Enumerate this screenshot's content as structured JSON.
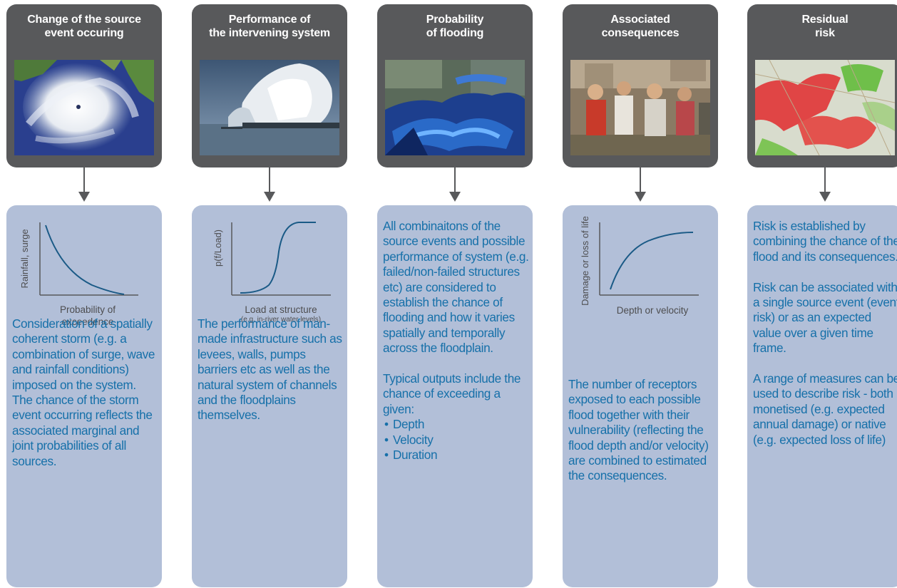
{
  "stages": [
    {
      "title": [
        "Change of the source",
        "event occuring"
      ],
      "photo": "hurricane-satellite-image",
      "graph": {
        "ylabel": "Rainfall, surge",
        "xlabel": "Probability of exceedence",
        "curve": "decreasing"
      },
      "description": [
        "Consideration of a spatially coherent storm (e.g. a combination of surge, wave and rainfall conditions) imposed on the system. The chance of the storm event occurring reflects the associated marginal and joint probabilities of all sources."
      ]
    },
    {
      "title": [
        "Performance of",
        "the intervening system"
      ],
      "photo": "wave-overtopping-structure-image",
      "graph": {
        "ylabel": "p(f/Load)",
        "xlabel": "Load at structure",
        "xlabel_note": "(e.g. in-river water levels)",
        "curve": "s-shaped"
      },
      "description": [
        "The performance of man-made infrastructure such as levees, walls, pumps barriers etc as well as the natural system of channels and the floodplains themselves."
      ]
    },
    {
      "title": [
        "Probability",
        "of flooding"
      ],
      "photo": "flood-depth-map-image",
      "description": [
        "All combinaitons of the source events and possible performance of system (e.g. failed/non-failed structures etc) are considered to establish the chance of flooding and how it varies spatially and temporally across the floodplain.",
        "Typical outputs include the chance of exceeding a given:"
      ],
      "bullets": [
        "Depth",
        "Velocity",
        "Duration"
      ]
    },
    {
      "title": [
        "Associated",
        "consequences"
      ],
      "photo": "people-wading-floodwater-image",
      "graph": {
        "ylabel": "Damage or loss of life",
        "xlabel": "Depth or velocity",
        "curve": "saturating"
      },
      "description": [
        "The number of receptors exposed to each possible flood together with their vulnerability (reflecting the flood depth and/or velocity) are combined to estimated the consequences."
      ]
    },
    {
      "title": [
        "Residual",
        "risk"
      ],
      "photo": "risk-map-image",
      "description": [
        "Risk is established by combining the chance of the flood and its consequences.",
        "Risk can be associated with a single source event (event risk) or as an expected value over a given time frame.",
        "A range of measures can be used to describe risk - both monetised (e.g. expected annual damage) or native (e.g. expected loss of life)"
      ]
    }
  ],
  "colors": {
    "header": "#58595b",
    "panel": "#b2bfd8",
    "text": "#1670a9",
    "curve": "#1a5a86",
    "arrow": "#58595b"
  }
}
